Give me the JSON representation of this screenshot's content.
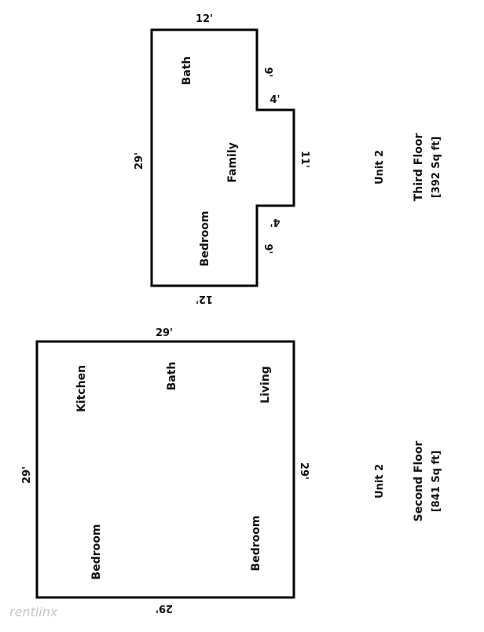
{
  "third_floor": {
    "dims": {
      "top": "12'",
      "bottom": "12'",
      "left": "29'",
      "right_upper": "9'",
      "bump_top": "4'",
      "bump_side": "11'",
      "bump_bottom": "4'",
      "right_lower": "9'"
    },
    "rooms": {
      "bath": "Bath",
      "family": "Family",
      "bedroom": "Bedroom"
    },
    "unit": "Unit 2",
    "title": "Third Floor",
    "sqft": "[392 Sq ft]"
  },
  "second_floor": {
    "dims": {
      "top": "29'",
      "bottom": "29'",
      "left": "29'",
      "right": "29'"
    },
    "rooms": {
      "kitchen": "Kitchen",
      "bath": "Bath",
      "living": "Living",
      "bedroom_left": "Bedroom",
      "bedroom_right": "Bedroom"
    },
    "unit": "Unit 2",
    "title": "Second Floor",
    "sqft": "[841 Sq ft]"
  },
  "watermark": "rentlinx",
  "colors": {
    "line": "#000000",
    "text": "#111111",
    "watermark": "#c8c8c8"
  }
}
